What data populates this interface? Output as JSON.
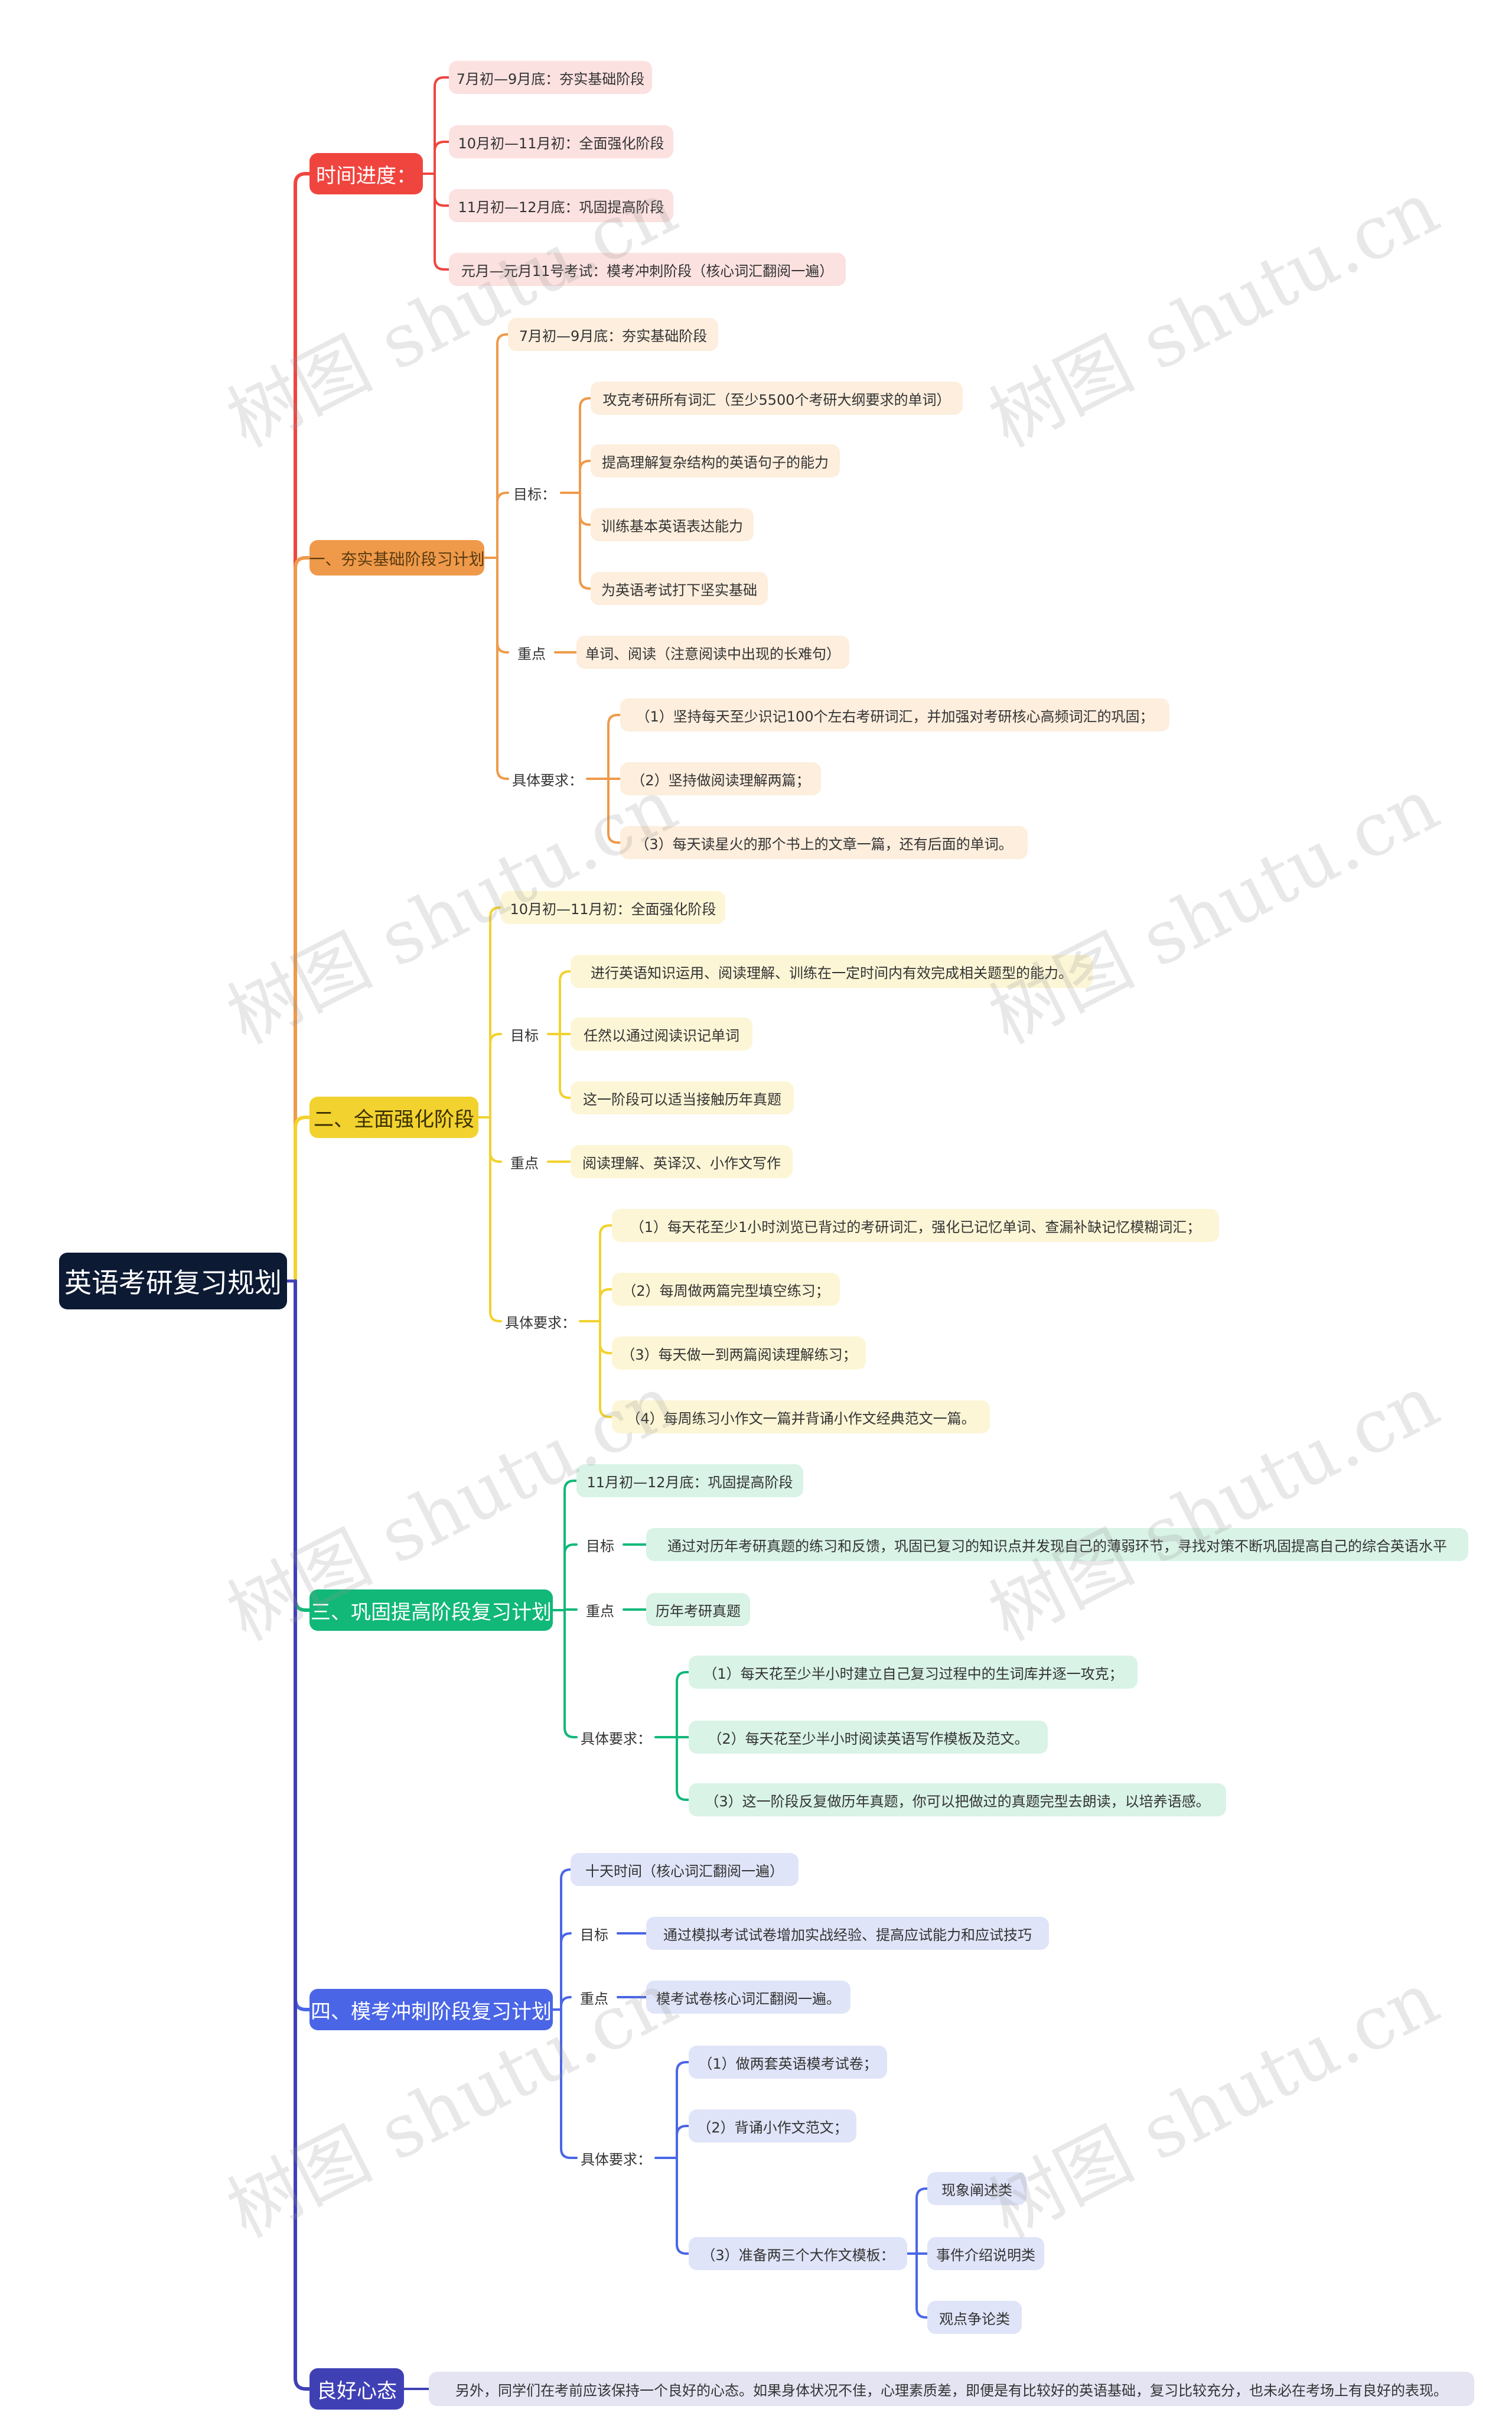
{
  "root": {
    "label": "英语考研复习规划"
  },
  "colors": {
    "root": "#0c1a33",
    "sec0": "#f0453f",
    "sec1": "#ef9a4a",
    "sec2": "#f2d22e",
    "sec3": "#11b878",
    "sec4": "#4a66e6",
    "sec5": "#4040b5"
  },
  "sections": [
    {
      "label": "时间进度：",
      "items": [
        "7月初—9月底：夯实基础阶段",
        "10月初—11月初：全面强化阶段",
        "11月初—12月底：巩固提高阶段",
        "元月—元月11号考试：模考冲刺阶段（核心词汇翻阅一遍）"
      ]
    },
    {
      "label": "一、夯实基础阶段习计划",
      "period": "7月初—9月底：夯实基础阶段",
      "goal_label": "目标：",
      "goals": [
        "攻克考研所有词汇（至少5500个考研大纲要求的单词）",
        "提高理解复杂结构的英语句子的能力",
        "训练基本英语表达能力",
        "为英语考试打下坚实基础"
      ],
      "focus_label": "重点",
      "focus": "单词、阅读（注意阅读中出现的长难句）",
      "req_label": "具体要求：",
      "reqs": [
        "（1）坚持每天至少识记100个左右考研词汇，并加强对考研核心高频词汇的巩固；",
        "（2）坚持做阅读理解两篇；",
        "（3）每天读星火的那个书上的文章一篇，还有后面的单词。"
      ]
    },
    {
      "label": "二、全面强化阶段",
      "period": "10月初—11月初：全面强化阶段",
      "goal_label": "目标",
      "goals": [
        "进行英语知识运用、阅读理解、训练在一定时间内有效完成相关题型的能力。",
        "任然以通过阅读识记单词",
        "这一阶段可以适当接触历年真题"
      ],
      "focus_label": "重点",
      "focus": "阅读理解、英译汉、小作文写作",
      "req_label": "具体要求：",
      "reqs": [
        "（1）每天花至少1小时浏览已背过的考研词汇，强化已记忆单词、查漏补缺记忆模糊词汇；",
        "（2）每周做两篇完型填空练习；",
        "（3）每天做一到两篇阅读理解练习；",
        "（4）每周练习小作文一篇并背诵小作文经典范文一篇。"
      ]
    },
    {
      "label": "三、巩固提高阶段复习计划",
      "period": "11月初—12月底：巩固提高阶段",
      "goal_label": "目标",
      "goal": "通过对历年考研真题的练习和反馈，巩固已复习的知识点并发现自己的薄弱环节，寻找对策不断巩固提高自己的综合英语水平",
      "focus_label": "重点",
      "focus": "历年考研真题",
      "req_label": "具体要求：",
      "reqs": [
        "（1）每天花至少半小时建立自己复习过程中的生词库并逐一攻克；",
        "（2）每天花至少半小时阅读英语写作模板及范文。",
        "（3）这一阶段反复做历年真题，你可以把做过的真题完型去朗读，以培养语感。"
      ]
    },
    {
      "label": "四、模考冲刺阶段复习计划",
      "period": "十天时间（核心词汇翻阅一遍）",
      "goal_label": "目标",
      "goal": "通过模拟考试试卷增加实战经验、提高应试能力和应试技巧",
      "focus_label": "重点",
      "focus": "模考试卷核心词汇翻阅一遍。",
      "req_label": "具体要求：",
      "reqs": [
        "（1）做两套英语模考试卷；",
        "（2）背诵小作文范文；",
        "（3）准备两三个大作文模板："
      ],
      "templates": [
        "现象阐述类",
        "事件介绍说明类",
        "观点争论类"
      ]
    },
    {
      "label": "良好心态",
      "text": "另外，同学们在考前应该保持一个良好的心态。如果身体状况不佳，心理素质差，即便是有比较好的英语基础，复习比较充分，也未必在考场上有良好的表现。"
    }
  ],
  "watermark": "树图 shutu.cn"
}
